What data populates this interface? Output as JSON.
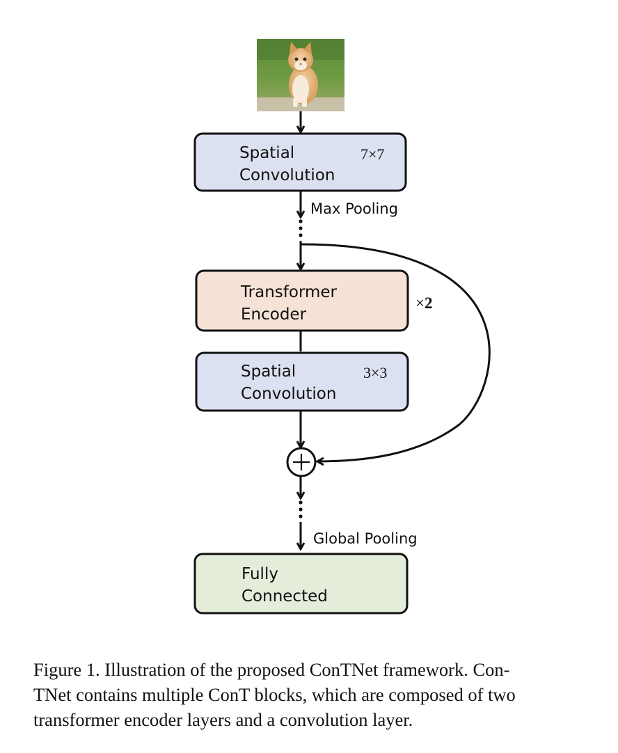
{
  "diagram": {
    "input_image": "cat photo",
    "nodes": {
      "spatial_conv_1": {
        "line1": "Spatial",
        "line2": "Convolution",
        "kernel": "7×7"
      },
      "transformer_encoder": {
        "line1": "Transformer",
        "line2": "Encoder"
      },
      "spatial_conv_2": {
        "line1": "Spatial",
        "line2": "Convolution",
        "kernel": "3×3"
      },
      "fully_connected": {
        "line1": "Fully",
        "line2": "Connected"
      }
    },
    "edge_labels": {
      "max_pooling": "Max Pooling",
      "global_pooling": "Global Pooling"
    },
    "repeat": {
      "symbol": "×",
      "count": "2"
    },
    "add_symbol": "+",
    "colors": {
      "conv_fill": "#dbe1f0",
      "transformer_fill": "#f6e2d6",
      "fc_fill": "#e3edda",
      "stroke": "#111111"
    }
  },
  "caption": {
    "lines": [
      "Figure 1. Illustration of the proposed ConTNet framework. Con-",
      "TNet contains multiple ConT blocks, which are composed of two",
      "transformer encoder layers and a convolution layer."
    ]
  }
}
